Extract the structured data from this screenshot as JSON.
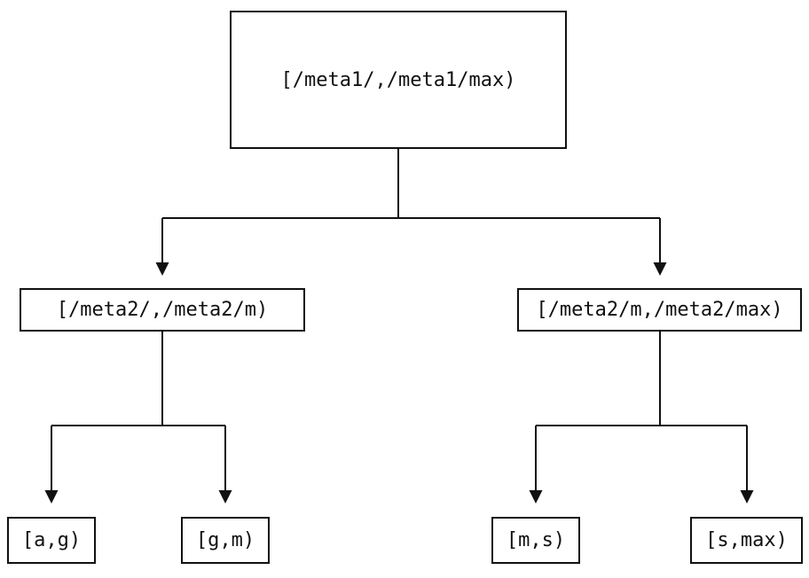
{
  "diagram": {
    "type": "tree",
    "background": "#ffffff",
    "line_color": "#111111",
    "nodes": {
      "root": {
        "label": "[/meta1/,/meta1/max)"
      },
      "level2_left": {
        "label": "[/meta2/,/meta2/m)"
      },
      "level2_right": {
        "label": "[/meta2/m,/meta2/max)"
      },
      "leaf_ag": {
        "label": "[a,g)"
      },
      "leaf_gm": {
        "label": "[g,m)"
      },
      "leaf_ms": {
        "label": "[m,s)"
      },
      "leaf_smax": {
        "label": "[s,max)"
      }
    },
    "edges": [
      {
        "from": "root",
        "to": "level2_left"
      },
      {
        "from": "root",
        "to": "level2_right"
      },
      {
        "from": "level2_left",
        "to": "leaf_ag"
      },
      {
        "from": "level2_left",
        "to": "leaf_gm"
      },
      {
        "from": "level2_right",
        "to": "leaf_ms"
      },
      {
        "from": "level2_right",
        "to": "leaf_smax"
      }
    ]
  }
}
